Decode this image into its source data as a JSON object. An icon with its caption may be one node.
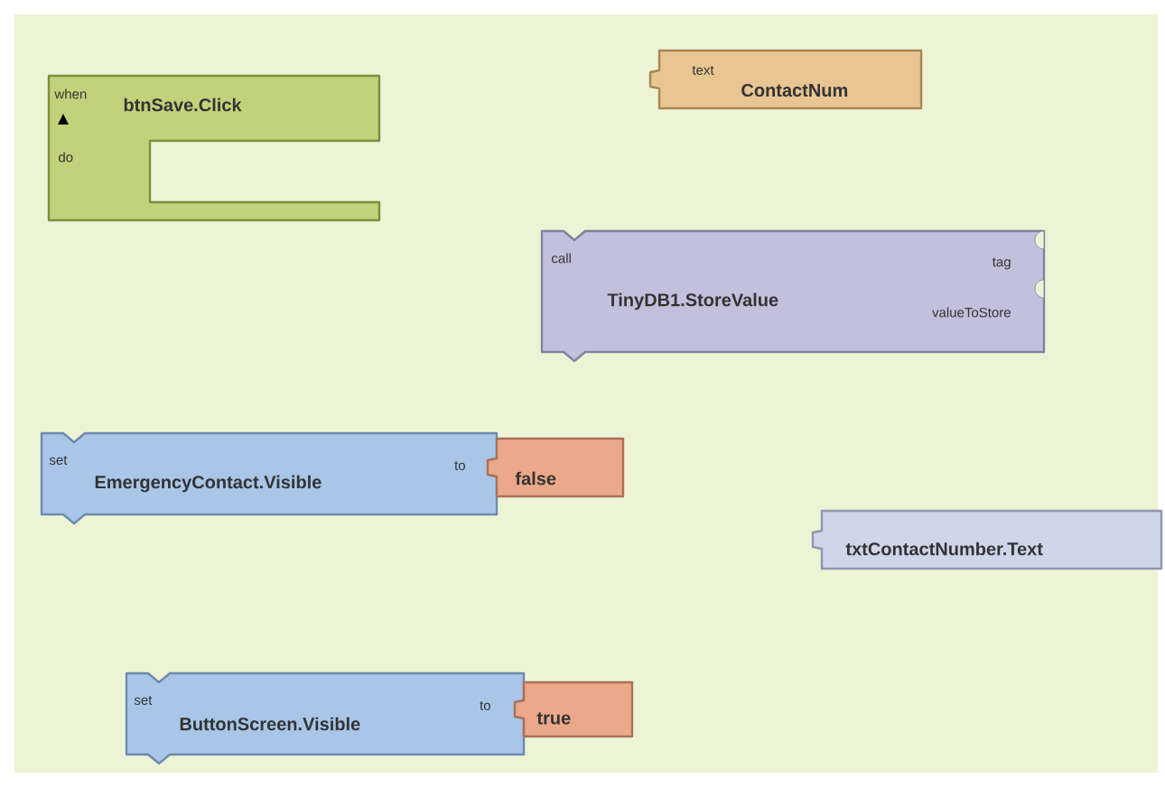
{
  "diagram": {
    "nodes": [
      {
        "text": [
          "when",
          "btnSave.Click",
          "do"
        ]
      },
      {
        "text": [
          "text",
          "ContactNum"
        ]
      },
      {
        "text": [
          "call",
          "TinyDB1.StoreValue",
          "tag",
          "valueToStore"
        ]
      },
      {
        "text": [
          "set",
          "EmergencyContact.Visible",
          "to"
        ]
      },
      {
        "text": [
          "false"
        ]
      },
      {
        "text": [
          "txtContactNumber.Text"
        ]
      },
      {
        "text": [
          "set",
          "ButtonScreen.Visible",
          "to"
        ]
      },
      {
        "text": [
          "true"
        ]
      }
    ]
  }
}
